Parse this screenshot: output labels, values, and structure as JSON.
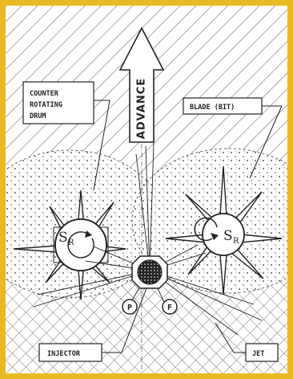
{
  "diagram": {
    "labels": {
      "advance": "ADVANCE",
      "counter_line1": "COUNTER",
      "counter_line2": "ROTATING",
      "counter_line3": "DRUM",
      "blade": "BLADE (BIT)",
      "drum_left": "S",
      "drum_left_sub": "R",
      "drum_right": "S",
      "drum_right_sub": "R",
      "p_marker": "P",
      "f_marker": "F",
      "injector": "INJECTOR",
      "jet": "JET"
    },
    "colors": {
      "border": "#e8b923",
      "ink": "#222222",
      "paper": "#ffffff"
    }
  }
}
